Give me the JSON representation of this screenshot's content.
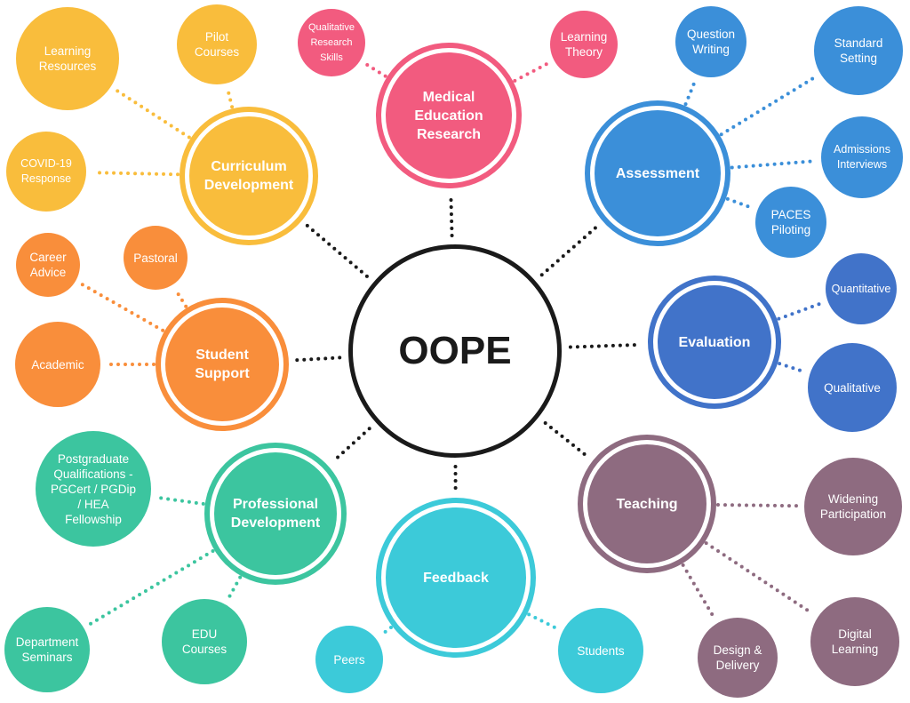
{
  "center": {
    "label": "OOPE"
  },
  "hubs": [
    {
      "label": "Medical\nEducation\nResearch",
      "color": "#f25b7f",
      "leaves": [
        "Qualitative\nResearch\nSkills",
        "Learning\nTheory"
      ]
    },
    {
      "label": "Assessment",
      "color": "#3b8fd9",
      "leaves": [
        "Question\nWriting",
        "Standard\nSetting",
        "Admissions\nInterviews",
        "PACES\nPiloting"
      ]
    },
    {
      "label": "Evaluation",
      "color": "#4173c9",
      "leaves": [
        "Quantitative",
        "Qualitative"
      ]
    },
    {
      "label": "Teaching",
      "color": "#8e6b80",
      "leaves": [
        "Widening\nParticipation",
        "Digital\nLearning",
        "Design &\nDelivery"
      ]
    },
    {
      "label": "Feedback",
      "color": "#3ccad9",
      "leaves": [
        "Students",
        "Peers"
      ]
    },
    {
      "label": "Professional\nDevelopment",
      "color": "#3cc59f",
      "leaves": [
        "Postgraduate\nQualifications -\nPGCert / PGDip\n/ HEA\nFellowship",
        "Department\nSeminars",
        "EDU\nCourses"
      ]
    },
    {
      "label": "Student\nSupport",
      "color": "#f98e3b",
      "leaves": [
        "Career\nAdvice",
        "Pastoral",
        "Academic"
      ]
    },
    {
      "label": "Curriculum\nDevelopment",
      "color": "#f9bd3c",
      "leaves": [
        "Learning\nResources",
        "Pilot\nCourses",
        "COVID-19\nResponse"
      ]
    }
  ]
}
